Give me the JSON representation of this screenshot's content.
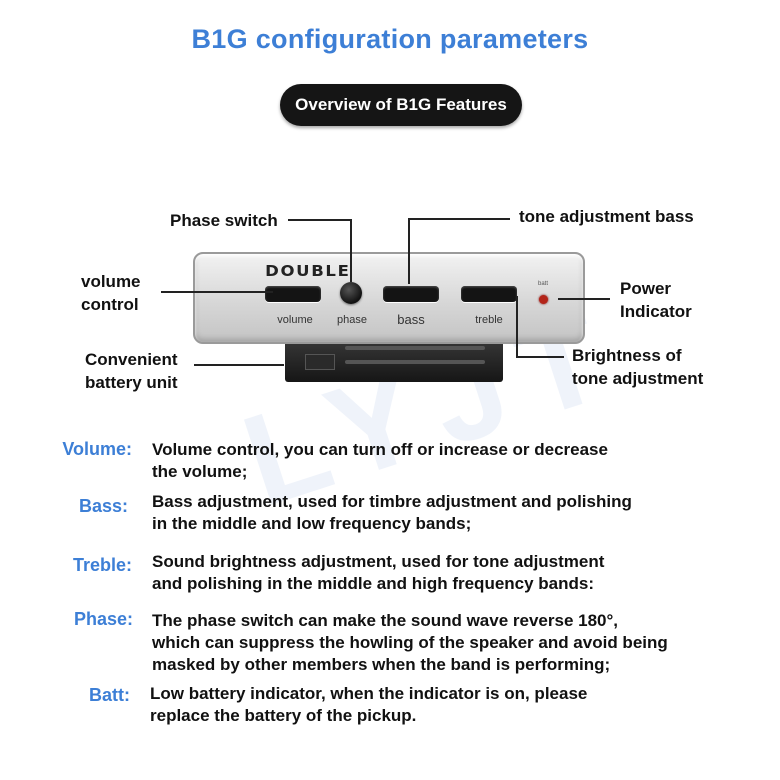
{
  "title": "B1G configuration parameters",
  "overview_button": "Overview of B1G Features",
  "callouts": {
    "phase_switch": "Phase switch",
    "tone_bass": "tone adjustment bass",
    "volume_control": [
      "volume",
      "control"
    ],
    "power_indicator": [
      "Power",
      "Indicator"
    ],
    "battery_unit": [
      "Convenient",
      "battery unit"
    ],
    "brightness": [
      "Brightness of",
      "tone adjustment"
    ]
  },
  "device": {
    "brand": "DOUBLE",
    "labels": {
      "volume": "volume",
      "phase": "phase",
      "bass": "bass",
      "treble": "treble",
      "batt": "batt"
    }
  },
  "watermark": "LYJT",
  "features": [
    {
      "term": "Volume:",
      "lines": [
        "Volume control, you can turn off or increase or decrease",
        "the volume;"
      ]
    },
    {
      "term": "Bass:",
      "lines": [
        "Bass adjustment, used for timbre adjustment and polishing",
        "in the middle and low frequency bands;"
      ]
    },
    {
      "term": "Treble:",
      "lines": [
        "Sound brightness adjustment, used for tone adjustment",
        "and polishing in the middle and high frequency bands:"
      ]
    },
    {
      "term": "Phase:",
      "lines": [
        "The phase switch can make the sound wave reverse 180°,",
        "which can suppress the howling of the speaker and avoid being",
        "masked by other members when the band is performing;"
      ]
    },
    {
      "term": "Batt:",
      "lines": [
        "Low battery indicator, when the indicator is on, please",
        "replace the battery of the pickup."
      ]
    }
  ],
  "colors": {
    "accent": "#3d7fd6",
    "pill": "#151515",
    "led": "#b32419"
  }
}
